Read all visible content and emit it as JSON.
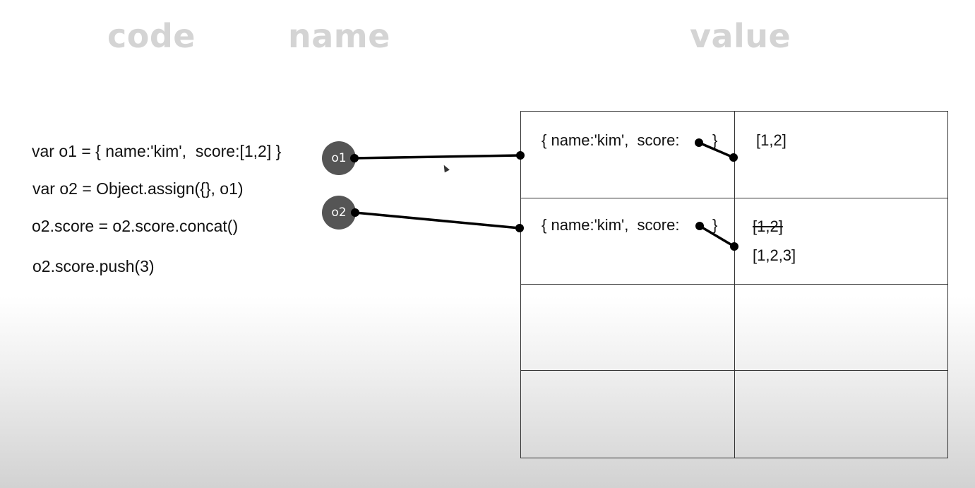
{
  "headers": {
    "code": "code",
    "name": "name",
    "value": "value"
  },
  "code_lines": [
    "var o1 = { name:'kim',  score:[1,2] }",
    "var o2 = Object.assign({}, o1)",
    "o2.score = o2.score.concat()",
    "o2.score.push(3)"
  ],
  "names": [
    "o1",
    "o2"
  ],
  "table": {
    "row1": {
      "object": "{ name:'kim',  score:",
      "close": "}",
      "array": "[1,2]"
    },
    "row2": {
      "object": "{ name:'kim',  score:",
      "close": "}",
      "array_old": "[1,2]",
      "array_new": "[1,2,3]"
    }
  }
}
